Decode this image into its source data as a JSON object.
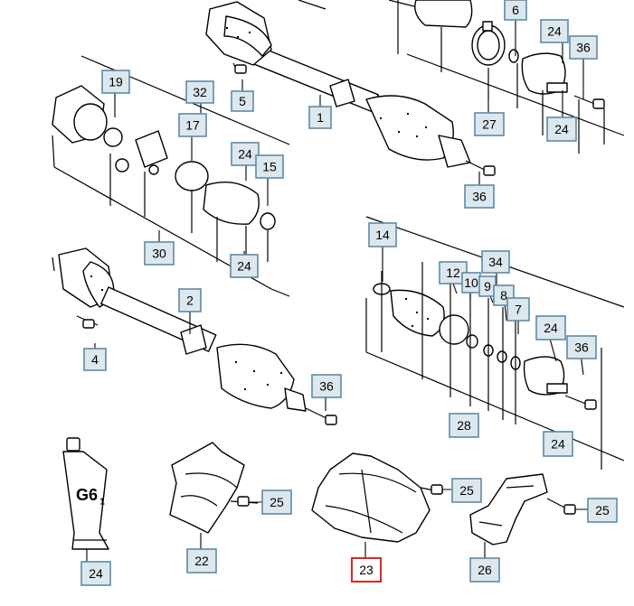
{
  "diagram": {
    "part_numbers": {
      "p1": "1",
      "p2": "2",
      "p4": "4",
      "p5": "5",
      "p6": "6",
      "p7": "7",
      "p8": "8",
      "p9": "9",
      "p10": "10",
      "p12": "12",
      "p14": "14",
      "p15": "15",
      "p17": "17",
      "p19": "19",
      "p22": "22",
      "p23": "23",
      "p24": "24",
      "p25": "25",
      "p26": "26",
      "p27": "27",
      "p28": "28",
      "p30": "30",
      "p32": "32",
      "p34": "34",
      "p36": "36"
    },
    "tube_marking": "G6",
    "tube_marking_suffix": "1",
    "highlighted_part": "23",
    "colors": {
      "label_fill": "#dde8ee",
      "label_border": "#5f8aa6",
      "highlight_border": "#d42a2a"
    }
  }
}
